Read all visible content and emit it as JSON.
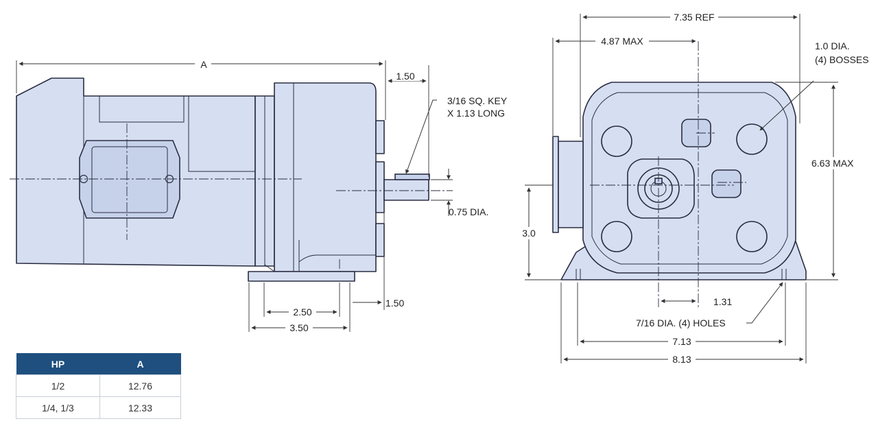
{
  "side_view": {
    "dim_A": "A",
    "dim_shaft_ext": "1.50",
    "key_label_line1": "3/16 SQ. KEY",
    "key_label_line2": "X 1.13 LONG",
    "shaft_dia": "0.75 DIA.",
    "foot_offset": "1.50",
    "foot_inner": "2.50",
    "foot_outer": "3.50"
  },
  "front_view": {
    "overall_ref": "7.35 REF",
    "max_width": "4.87 MAX",
    "bosses_line1": "1.0 DIA.",
    "bosses_line2": "(4) BOSSES",
    "max_height": "6.63 MAX",
    "shaft_height": "3.0",
    "shaft_offset": "1.31",
    "holes_label": "7/16 DIA. (4) HOLES",
    "hole_spacing": "7.13",
    "base_width": "8.13"
  },
  "hp_table": {
    "headers": [
      "HP",
      "A"
    ],
    "rows": [
      [
        "1/2",
        "12.76"
      ],
      [
        "1/4, 1/3",
        "12.33"
      ]
    ]
  },
  "colors": {
    "body_fill": "#d5dff1",
    "outline": "#2b2d42",
    "table_header": "#1e4f7e"
  }
}
